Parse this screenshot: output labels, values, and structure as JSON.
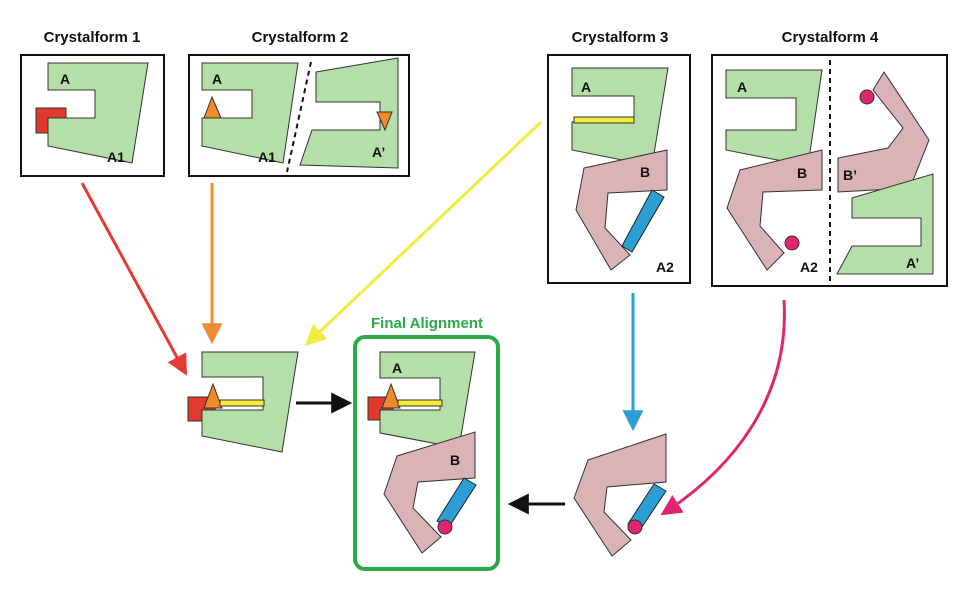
{
  "panels": {
    "cf1": {
      "title": "Crystalform 1",
      "label_a": "A",
      "label_a1": "A1"
    },
    "cf2": {
      "title": "Crystalform 2",
      "label_a": "A",
      "label_a1": "A1",
      "label_aprime": "A’"
    },
    "cf3": {
      "title": "Crystalform 3",
      "label_a": "A",
      "label_b": "B",
      "label_a2": "A2"
    },
    "cf4": {
      "title": "Crystalform 4",
      "label_a": "A",
      "label_b": "B",
      "label_bprime": "B’",
      "label_a2": "A2",
      "label_aprime": "A’"
    }
  },
  "final": {
    "title": "Final Alignment",
    "label_a": "A",
    "label_b": "B"
  },
  "colors": {
    "green_domain": "#b5dfa8",
    "pink_domain": "#d9b3b6",
    "blue_bar": "#2b9fd4",
    "yellow_bar": "#f4ec3a",
    "orange_triangle": "#f08a2a",
    "red_block": "#e03a2e",
    "magenta_dot": "#e0256e",
    "final_frame": "#2ba84a",
    "arrow_red": "#e53935",
    "arrow_orange": "#ef8b33",
    "arrow_yellow": "#f1ec40",
    "arrow_blue": "#2b9fd4",
    "arrow_magenta": "#e0256e",
    "arrow_black": "#111111"
  }
}
